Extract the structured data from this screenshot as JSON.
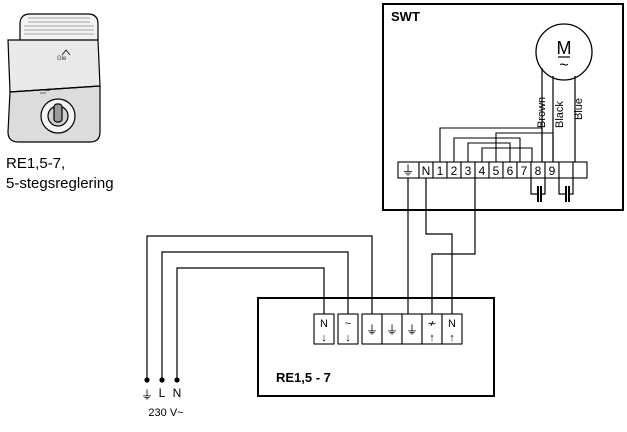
{
  "product": {
    "caption_line1": "RE1,5-7,",
    "caption_line2": "5-stegsreglering"
  },
  "swt_box": {
    "title": "SWT",
    "motor_symbol": "M",
    "motor_tilde": "~",
    "wire_labels": [
      "Brown",
      "Black",
      "Blue"
    ],
    "terminals": [
      "⏚",
      "N",
      "1",
      "2",
      "3",
      "4",
      "5",
      "6",
      "7",
      "8",
      "9"
    ]
  },
  "re_box": {
    "title": "RE1,5 - 7",
    "terminals": [
      {
        "label": "N",
        "arrow": "↓"
      },
      {
        "label": "~",
        "arrow": "↓"
      },
      {
        "label": "⏚",
        "arrow": ""
      },
      {
        "label": "⏚",
        "arrow": ""
      },
      {
        "label": "⏚",
        "arrow": ""
      },
      {
        "label": "≁",
        "arrow": "↑"
      },
      {
        "label": "N",
        "arrow": "↑"
      }
    ]
  },
  "supply": {
    "ground_symbol": "⏚",
    "line_label": "L",
    "neutral_label": "N",
    "voltage": "230 V~"
  }
}
